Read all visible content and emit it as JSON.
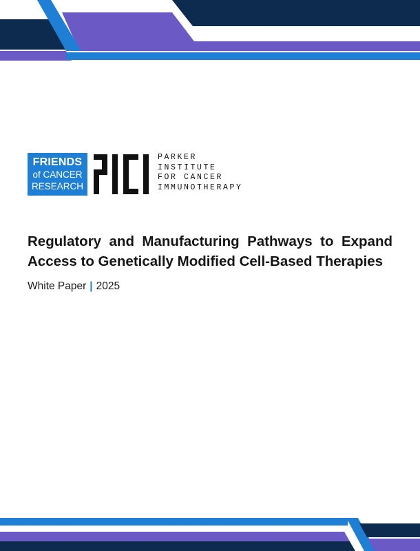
{
  "colors": {
    "navy": "#0d2b4e",
    "blue": "#1f7fd4",
    "purple": "#6b5ac6",
    "text": "#151515"
  },
  "logos": {
    "friends": {
      "line1": "FRIENDS",
      "line2": "of CANCER",
      "line3": "RESEARCH"
    },
    "pici": {
      "line1": "PARKER",
      "line2": "INSTITUTE",
      "line3": "FOR CANCER",
      "line4": "IMMUNOTHERAPY"
    }
  },
  "document": {
    "title_line1": "Regulatory and Manufacturing Pathways to Expand",
    "title_line2": "Access to Genetically Modified Cell-Based Therapies",
    "doc_type": "White Paper",
    "separator": "|",
    "year": "2025"
  }
}
